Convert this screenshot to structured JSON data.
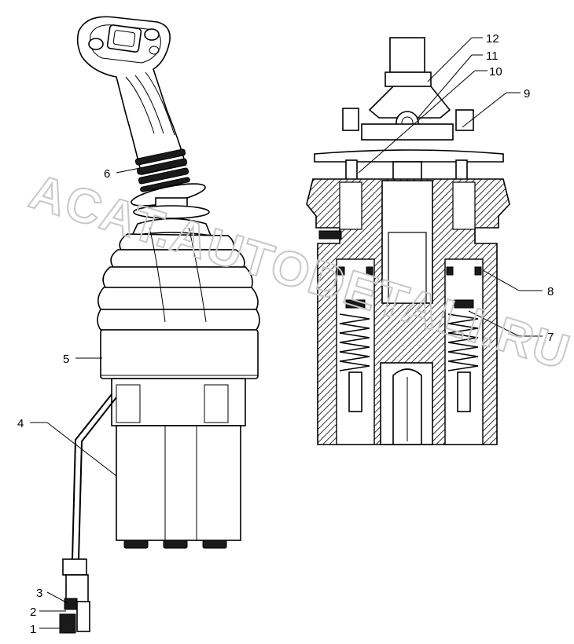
{
  "watermark": "ACAT.AUTODETALI.RU",
  "callouts": [
    {
      "id": "1",
      "label": "1"
    },
    {
      "id": "2",
      "label": "2"
    },
    {
      "id": "3",
      "label": "3"
    },
    {
      "id": "4",
      "label": "4"
    },
    {
      "id": "5",
      "label": "5"
    },
    {
      "id": "6",
      "label": "6"
    },
    {
      "id": "7",
      "label": "7"
    },
    {
      "id": "8",
      "label": "8"
    },
    {
      "id": "9",
      "label": "9"
    },
    {
      "id": "10",
      "label": "10"
    },
    {
      "id": "11",
      "label": "11"
    },
    {
      "id": "12",
      "label": "12"
    }
  ]
}
